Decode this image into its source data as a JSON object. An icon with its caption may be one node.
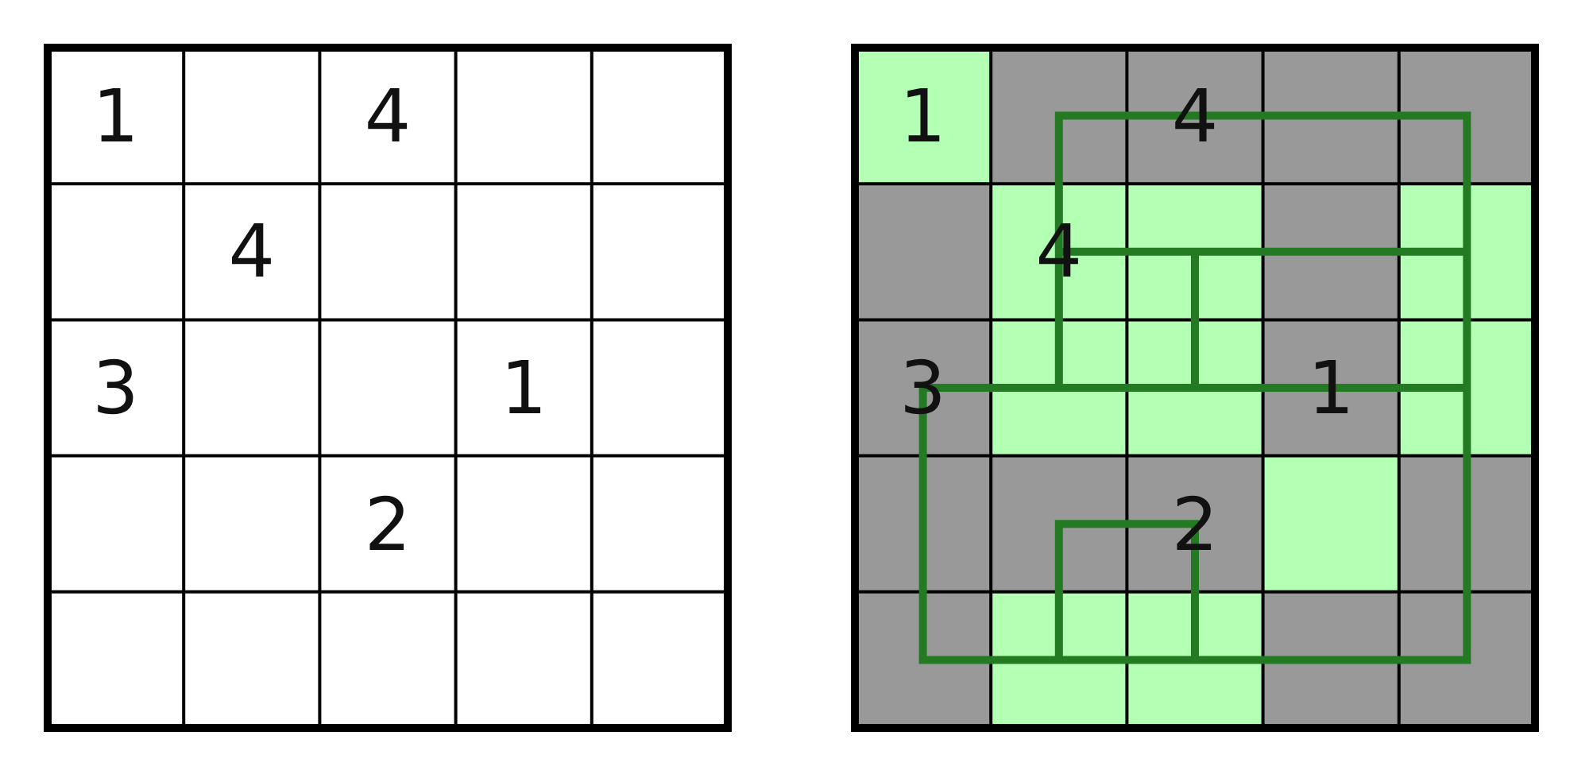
{
  "diagram": {
    "labels": [
      "1",
      "4",
      "4",
      "3",
      "1",
      "2",
      "1",
      "4",
      "4",
      "3",
      "1",
      "2"
    ]
  }
}
